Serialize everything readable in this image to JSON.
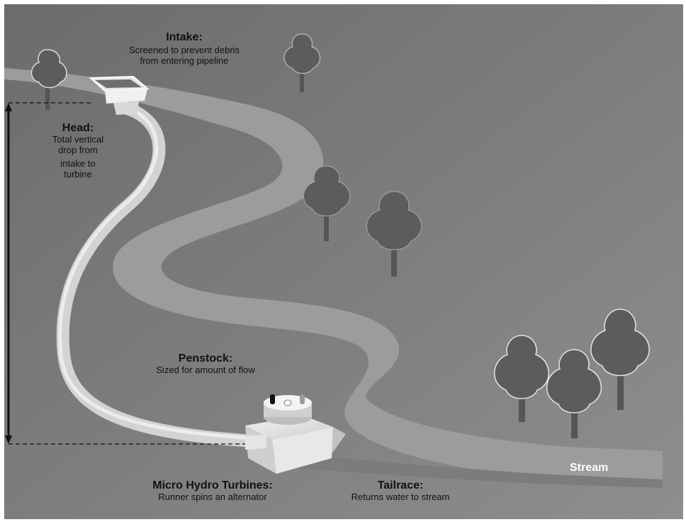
{
  "labels": {
    "intake": {
      "title": "Intake:",
      "desc": "Screened to prevent debris from entering pipeline"
    },
    "head": {
      "title": "Head:",
      "desc_lines": [
        "Total vertical",
        "drop from",
        "intake to",
        "turbine"
      ]
    },
    "penstock": {
      "title": "Penstock:",
      "desc": "Sized for amount of flow"
    },
    "turbine": {
      "title": "Micro Hydro Turbines:",
      "desc": "Runner spins an alternator"
    },
    "tailrace": {
      "title": "Tailrace:",
      "desc": "Returns water to stream"
    },
    "stream": "Stream"
  },
  "colors": {
    "background_top": "#6a6a6a",
    "background_bottom": "#8d8d8d",
    "stream": "#9d9d9d",
    "penstock": "#d2d2d2",
    "tree": "#5a5a5a"
  }
}
